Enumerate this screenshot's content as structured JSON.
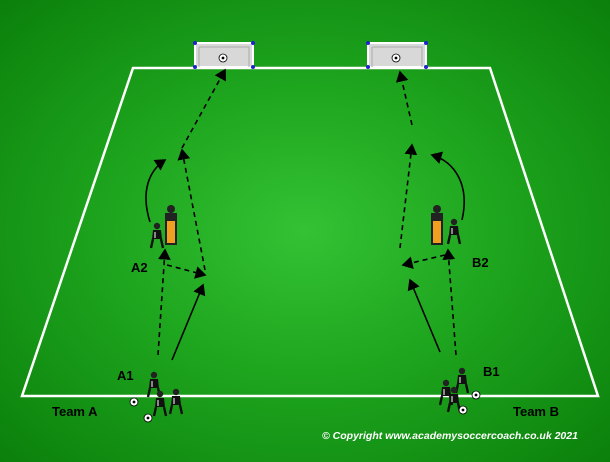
{
  "labels": {
    "a1": "A1",
    "a2": "A2",
    "b1": "B1",
    "b2": "B2",
    "team_a": "Team A",
    "team_b": "Team B"
  },
  "copyright": "© Copyright www.academysoccercoach.co.uk 2021",
  "colors": {
    "pitch": "#1ea51e",
    "lines": "#ffffff",
    "players": "#111111",
    "mannequin": "#f0a020",
    "arrows": "#000000"
  }
}
